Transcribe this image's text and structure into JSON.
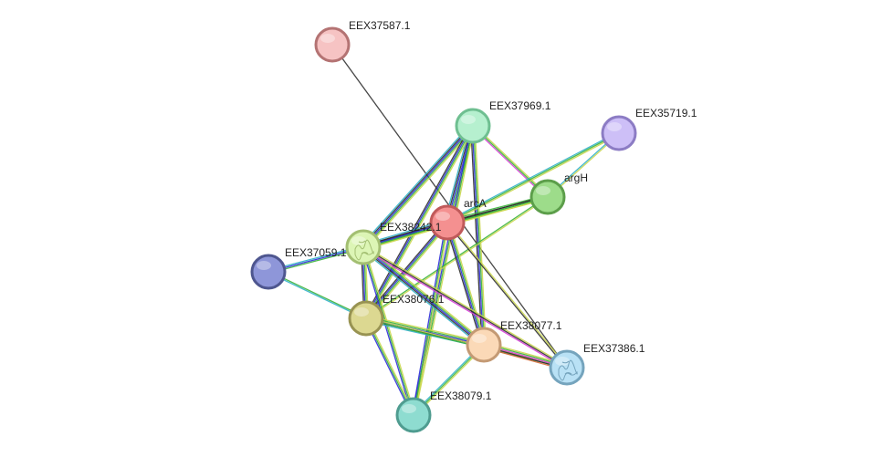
{
  "nodes": [
    {
      "id": "EEX37587.1",
      "label": "EEX37587.1",
      "fill": "#f6c3c3",
      "stroke": "#b47373"
    },
    {
      "id": "EEX37969.1",
      "label": "EEX37969.1",
      "fill": "#b6f0cf",
      "stroke": "#6fbf91"
    },
    {
      "id": "EEX35719.1",
      "label": "EEX35719.1",
      "fill": "#cdbff7",
      "stroke": "#8c7cc4"
    },
    {
      "id": "argH",
      "label": "argH",
      "fill": "#9ddc8a",
      "stroke": "#5c9e4a"
    },
    {
      "id": "arcA",
      "label": "arcA",
      "fill": "#f49090",
      "stroke": "#c05a5a"
    },
    {
      "id": "EEX38242.1",
      "label": "EEX38242.1",
      "fill": "#dcf5b5",
      "stroke": "#a3bf72",
      "icon": "protein-structure-icon"
    },
    {
      "id": "EEX37059.1",
      "label": "EEX37059.1",
      "fill": "#8e96d9",
      "stroke": "#4e568f"
    },
    {
      "id": "EEX38076.1",
      "label": "EEX38076.1",
      "fill": "#dcd891",
      "stroke": "#989352"
    },
    {
      "id": "EEX38077.1",
      "label": "EEX38077.1",
      "fill": "#fbd9b7",
      "stroke": "#c49a74"
    },
    {
      "id": "EEX37386.1",
      "label": "EEX37386.1",
      "fill": "#b9e1f5",
      "stroke": "#75a4bd",
      "icon": "protein-structure-icon"
    },
    {
      "id": "EEX38079.1",
      "label": "EEX38079.1",
      "fill": "#8edcd0",
      "stroke": "#4f9c90"
    }
  ],
  "edges": [
    {
      "source": "EEX37587.1",
      "target": "EEX37386.1",
      "colors": [
        "#333333"
      ]
    },
    {
      "source": "EEX37969.1",
      "target": "arcA",
      "colors": [
        "#c9d64b",
        "#3ab33a",
        "#2b2bd8",
        "#2c2c2c",
        "#2fb0c8"
      ]
    },
    {
      "source": "EEX37969.1",
      "target": "EEX38242.1",
      "colors": [
        "#c9d64b",
        "#3ab33a",
        "#2b2bd8",
        "#2c2c2c",
        "#2fb0c8"
      ]
    },
    {
      "source": "EEX37969.1",
      "target": "argH",
      "colors": [
        "#c9d64b",
        "#3ab33a",
        "#d63ad6"
      ]
    },
    {
      "source": "EEX37969.1",
      "target": "EEX38076.1",
      "colors": [
        "#c9d64b",
        "#3ab33a",
        "#2b2bd8",
        "#2c2c2c"
      ]
    },
    {
      "source": "EEX37969.1",
      "target": "EEX38077.1",
      "colors": [
        "#c9d64b",
        "#3ab33a",
        "#2b2bd8",
        "#2c2c2c"
      ]
    },
    {
      "source": "EEX37969.1",
      "target": "EEX38079.1",
      "colors": [
        "#c9d64b",
        "#3ab33a",
        "#2b2bd8"
      ]
    },
    {
      "source": "EEX35719.1",
      "target": "arcA",
      "colors": [
        "#c9d64b",
        "#3ab33a",
        "#2fb0c8"
      ]
    },
    {
      "source": "EEX35719.1",
      "target": "argH",
      "colors": [
        "#c9d64b",
        "#2fb0c8"
      ]
    },
    {
      "source": "argH",
      "target": "arcA",
      "colors": [
        "#c9d64b",
        "#3ab33a",
        "#2c2c2c",
        "#3ab33a"
      ]
    },
    {
      "source": "argH",
      "target": "EEX38242.1",
      "colors": [
        "#c9d64b",
        "#3ab33a",
        "#2c2c2c"
      ]
    },
    {
      "source": "argH",
      "target": "EEX38076.1",
      "colors": [
        "#c9d64b",
        "#3ab33a"
      ]
    },
    {
      "source": "arcA",
      "target": "EEX38242.1",
      "colors": [
        "#c9d64b",
        "#3ab33a",
        "#2b2bd8",
        "#2c2c2c",
        "#2fb0c8"
      ]
    },
    {
      "source": "arcA",
      "target": "EEX38076.1",
      "colors": [
        "#c9d64b",
        "#3ab33a",
        "#2b2bd8",
        "#2c2c2c"
      ]
    },
    {
      "source": "arcA",
      "target": "EEX38077.1",
      "colors": [
        "#c9d64b",
        "#3ab33a",
        "#2b2bd8",
        "#2c2c2c"
      ]
    },
    {
      "source": "arcA",
      "target": "EEX38079.1",
      "colors": [
        "#c9d64b",
        "#3ab33a",
        "#2b2bd8"
      ]
    },
    {
      "source": "EEX38242.1",
      "target": "EEX37059.1",
      "colors": [
        "#3ab33a",
        "#2b2bd8",
        "#2fb0c8"
      ]
    },
    {
      "source": "EEX38242.1",
      "target": "EEX38076.1",
      "colors": [
        "#c9d64b",
        "#3ab33a",
        "#2b2bd8",
        "#2c2c2c"
      ]
    },
    {
      "source": "EEX38242.1",
      "target": "EEX38077.1",
      "colors": [
        "#c9d64b",
        "#3ab33a",
        "#2b2bd8",
        "#2c2c2c",
        "#2fb0c8"
      ]
    },
    {
      "source": "EEX38242.1",
      "target": "EEX37386.1",
      "colors": [
        "#c9d64b",
        "#2c2c2c",
        "#d63ad6"
      ]
    },
    {
      "source": "EEX38242.1",
      "target": "EEX38079.1",
      "colors": [
        "#c9d64b",
        "#3ab33a",
        "#2b2bd8"
      ]
    },
    {
      "source": "EEX37059.1",
      "target": "EEX38076.1",
      "colors": [
        "#3ab33a",
        "#2fb0c8"
      ]
    },
    {
      "source": "EEX38076.1",
      "target": "EEX38077.1",
      "colors": [
        "#c9d64b",
        "#3ab33a",
        "#2b2bd8",
        "#2c2c2c",
        "#2fb0c8"
      ]
    },
    {
      "source": "EEX38076.1",
      "target": "EEX38079.1",
      "colors": [
        "#c9d64b",
        "#3ab33a",
        "#2b2bd8"
      ]
    },
    {
      "source": "EEX38076.1",
      "target": "EEX37386.1",
      "colors": [
        "#c9d64b",
        "#3ab33a"
      ]
    },
    {
      "source": "EEX38077.1",
      "target": "EEX37386.1",
      "colors": [
        "#c9d64b",
        "#3ab33a",
        "#d63ad6",
        "#2c2c2c",
        "#d66a3a"
      ]
    },
    {
      "source": "EEX38077.1",
      "target": "EEX38079.1",
      "colors": [
        "#c9d64b",
        "#3ab33a",
        "#2fb0c8"
      ]
    },
    {
      "source": "arcA",
      "target": "EEX37386.1",
      "colors": [
        "#c9d64b",
        "#2c2c2c"
      ]
    }
  ]
}
